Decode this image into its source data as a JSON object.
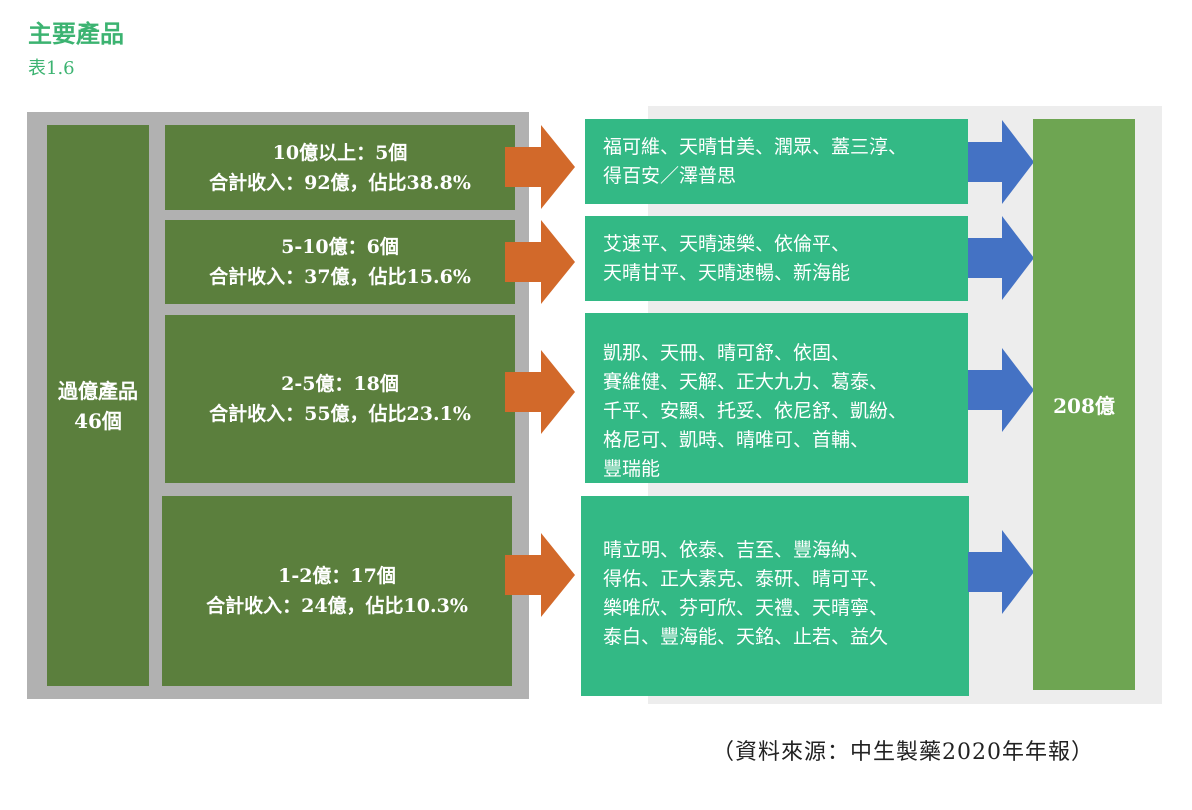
{
  "title": "主要產品",
  "subtitle": "表1.6",
  "total": {
    "line1": "過億產品",
    "line2": "46個"
  },
  "tiers": [
    {
      "line1": "10億以上：5個",
      "line2": "合計收入：92億，佔比38.8%",
      "products": [
        "福可維、天晴甘美、潤眾、蓋三淳、",
        "得百安／澤普思"
      ]
    },
    {
      "line1": "5-10億：6個",
      "line2": "合計收入：37億，佔比15.6%",
      "products": [
        "艾速平、天晴速樂、依倫平、",
        "天晴甘平、天晴速暢、新海能"
      ]
    },
    {
      "line1": "2-5億：18個",
      "line2": "合計收入：55億，佔比23.1%",
      "products": [
        "凱那、天冊、晴可舒、依固、",
        "賽維健、天解、正大九力、葛泰、",
        "千平、安顯、托妥、依尼舒、凱紛、",
        "格尼可、凱時、晴唯可、首輔、",
        "豐瑞能"
      ]
    },
    {
      "line1": "1-2億：17個",
      "line2": "合計收入：24億，佔比10.3%",
      "products": [
        "晴立明、依泰、吉至、豐海納、",
        "得佑、正大素克、泰研、晴可平、",
        "樂唯欣、芬可欣、天禮、天晴寧、",
        "泰白、豐海能、天銘、止若、益久"
      ]
    }
  ],
  "sum_total": "208億",
  "source": "（資料來源：中生製藥2020年年報）",
  "colors": {
    "accent": "#3cb371",
    "dark_green": "#5b7f3d",
    "teal": "#33b985",
    "orange_arrow": "#d2692a",
    "blue_arrow": "#4472c4",
    "sum_green": "#6ea552"
  }
}
